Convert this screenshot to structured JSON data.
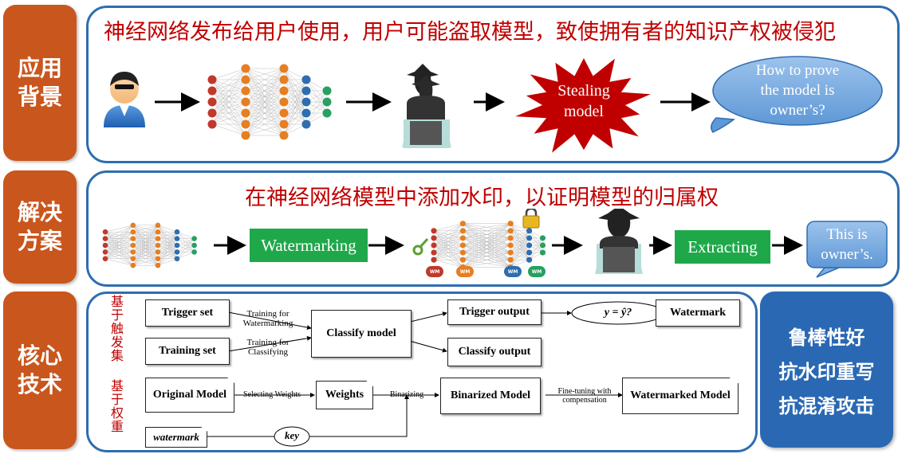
{
  "labels": {
    "background": "应用\n背景",
    "solution": "解决\n方案",
    "tech": "核心\n技术"
  },
  "row1": {
    "title": "神经网络发布给用户使用，用户可能盗取模型，致使拥有者的知识产权被侵犯",
    "stealing": [
      "Stealing",
      "model"
    ],
    "question": [
      "How to prove",
      "the model is",
      "owner’s?"
    ]
  },
  "row2": {
    "title": "在神经网络模型中添加水印，以证明模型的归属权",
    "watermarking": "Watermarking",
    "extracting": "Extracting",
    "answer": [
      "This is",
      "owner’s."
    ],
    "wm_tag": "WM"
  },
  "row3": {
    "trigger_label": "基于触发集",
    "weight_label": "基于权重",
    "trigger_set": "Trigger set",
    "training_set": "Training set",
    "training_for_watermarking": [
      "Training for",
      "Watermarking"
    ],
    "training_for_classifying": [
      "Training for",
      "Classifying"
    ],
    "classify_model": "Classify model",
    "trigger_output": "Trigger output",
    "classify_output": "Classify output",
    "condition": "y = ŷ?",
    "watermark": "Watermark",
    "original_model": "Original Model",
    "selecting_weights": "Selecting Weights",
    "weights": "Weights",
    "binarizing": "Binarizing",
    "binarized_model": "Binarized Model",
    "finetuning": [
      "Fine-tuning with",
      "compensation"
    ],
    "watermarked_model": "Watermarked Model",
    "watermark_input": "watermark",
    "key": "key"
  },
  "features": [
    "鲁棒性好",
    "抗水印重写",
    "抗混淆攻击"
  ],
  "colors": {
    "accent_orange": "#c9561d",
    "panel_border": "#2e6db0",
    "title_red": "#c00000",
    "green": "#1fa84a",
    "star_red": "#c00000",
    "bubble_blue": "#7aaee0",
    "feature_blue": "#2a68b3"
  }
}
